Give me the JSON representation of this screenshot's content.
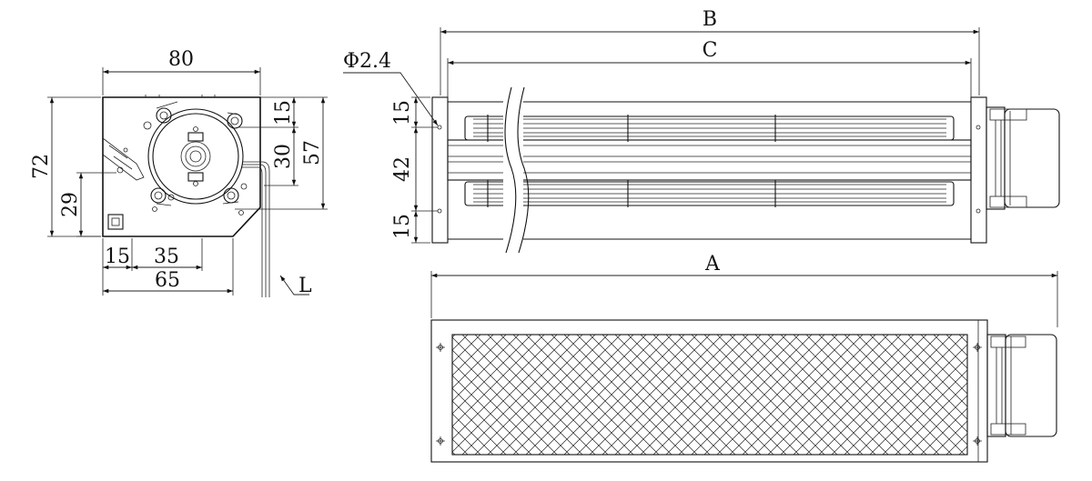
{
  "side_view": {
    "dim_width": "80",
    "dim_height": "72",
    "dim_right_top": "15",
    "dim_right_mid": "30",
    "dim_right_full": "57",
    "dim_left_low": "29",
    "dim_bottom_a": "15",
    "dim_bottom_b": "35",
    "dim_bottom_total": "65",
    "lead_label": "L"
  },
  "front_view": {
    "dim_B": "B",
    "dim_C": "C",
    "hole_label": "Φ2.4",
    "dim_left_top": "15",
    "dim_left_mid": "42",
    "dim_left_bottom": "15"
  },
  "bottom_view": {
    "dim_A": "A"
  }
}
